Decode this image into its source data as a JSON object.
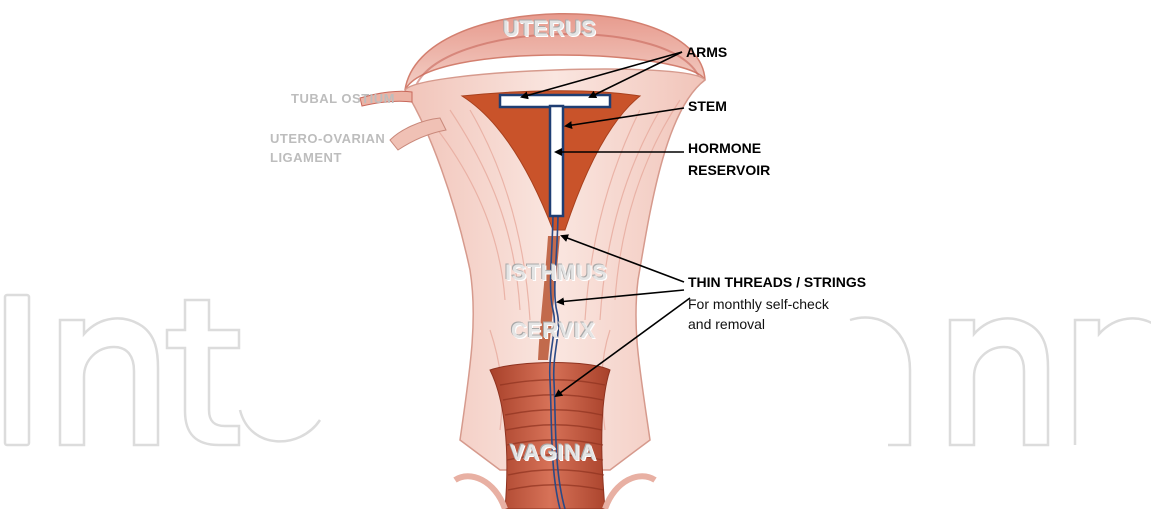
{
  "labels": {
    "uterus": "UTERUS",
    "tubal_ostium": "TUBAL OSTIUM",
    "utero_ovarian_line1": "UTERO-OVARIAN",
    "utero_ovarian_line2": "LIGAMENT",
    "isthmus": "ISTHMUS",
    "cervix": "CERVIX",
    "vagina": "VAGINA"
  },
  "callouts": {
    "arms": "ARMS",
    "stem": "STEM",
    "hormone_reservoir_line1": "HORMONE",
    "hormone_reservoir_line2": "RESERVOIR",
    "threads": "THIN THREADS / STRINGS",
    "threads_note_line1": "For monthly self-check",
    "threads_note_line2": "and removal"
  },
  "colors": {
    "tissue": "#f6dcd6",
    "muscle": "#e9a89a",
    "cavity": "#c94f22",
    "iud_outline": "#1f3e73",
    "thread": "#2b4a86",
    "watermark": "#dcdcdc"
  }
}
